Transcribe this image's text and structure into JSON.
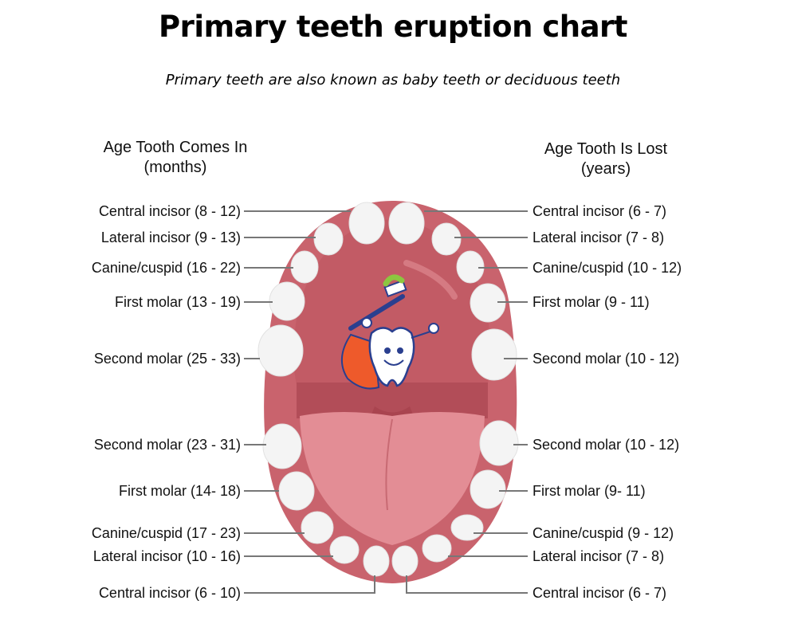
{
  "header": {
    "title": "Primary teeth eruption chart",
    "subtitle": "Primary teeth are also known as baby teeth or deciduous teeth"
  },
  "columns": {
    "left_title_line1": "Age Tooth Comes In",
    "left_title_line2": "(months)",
    "right_title_line1": "Age Tooth Is Lost",
    "right_title_line2": "(years)"
  },
  "upper_teeth": [
    {
      "tooth": "Central incisor",
      "comes_in": "Central incisor (8 - 12)",
      "lost": "Central incisor (6 - 7)"
    },
    {
      "tooth": "Lateral incisor",
      "comes_in": "Lateral incisor (9 - 13)",
      "lost": "Lateral incisor (7 - 8)"
    },
    {
      "tooth": "Canine/cuspid",
      "comes_in": "Canine/cuspid (16 - 22)",
      "lost": "Canine/cuspid (10 - 12)"
    },
    {
      "tooth": "First molar",
      "comes_in": "First molar (13 - 19)",
      "lost": "First molar (9 - 11)"
    },
    {
      "tooth": "Second molar",
      "comes_in": "Second molar (25 - 33)",
      "lost": "Second molar (10 - 12)"
    }
  ],
  "lower_teeth": [
    {
      "tooth": "Second molar",
      "comes_in": "Second molar (23 - 31)",
      "lost": "Second molar (10 - 12)"
    },
    {
      "tooth": "First molar",
      "comes_in": "First molar (14- 18)",
      "lost": "First molar (9- 11)"
    },
    {
      "tooth": "Canine/cuspid",
      "comes_in": "Canine/cuspid (17 - 23)",
      "lost": "Canine/cuspid (9 - 12)"
    },
    {
      "tooth": "Lateral incisor",
      "comes_in": "Lateral incisor (10 - 16)",
      "lost": "Lateral incisor (7 - 8)"
    },
    {
      "tooth": "Central incisor",
      "comes_in": "Central incisor (6 - 10)",
      "lost": "Central incisor (6 - 7)"
    }
  ],
  "colors": {
    "gum": "#c9636d",
    "gum_dark": "#b4525c",
    "tongue": "#e38d95",
    "tooth": "#f4f4f4",
    "leader_line": "#777777",
    "mascot_cape": "#ee5a2b",
    "mascot_outline": "#2a3f8f",
    "toothpaste": "#8cc63f"
  },
  "illustration": {
    "mascot": "tooth-superhero-with-toothbrush"
  }
}
